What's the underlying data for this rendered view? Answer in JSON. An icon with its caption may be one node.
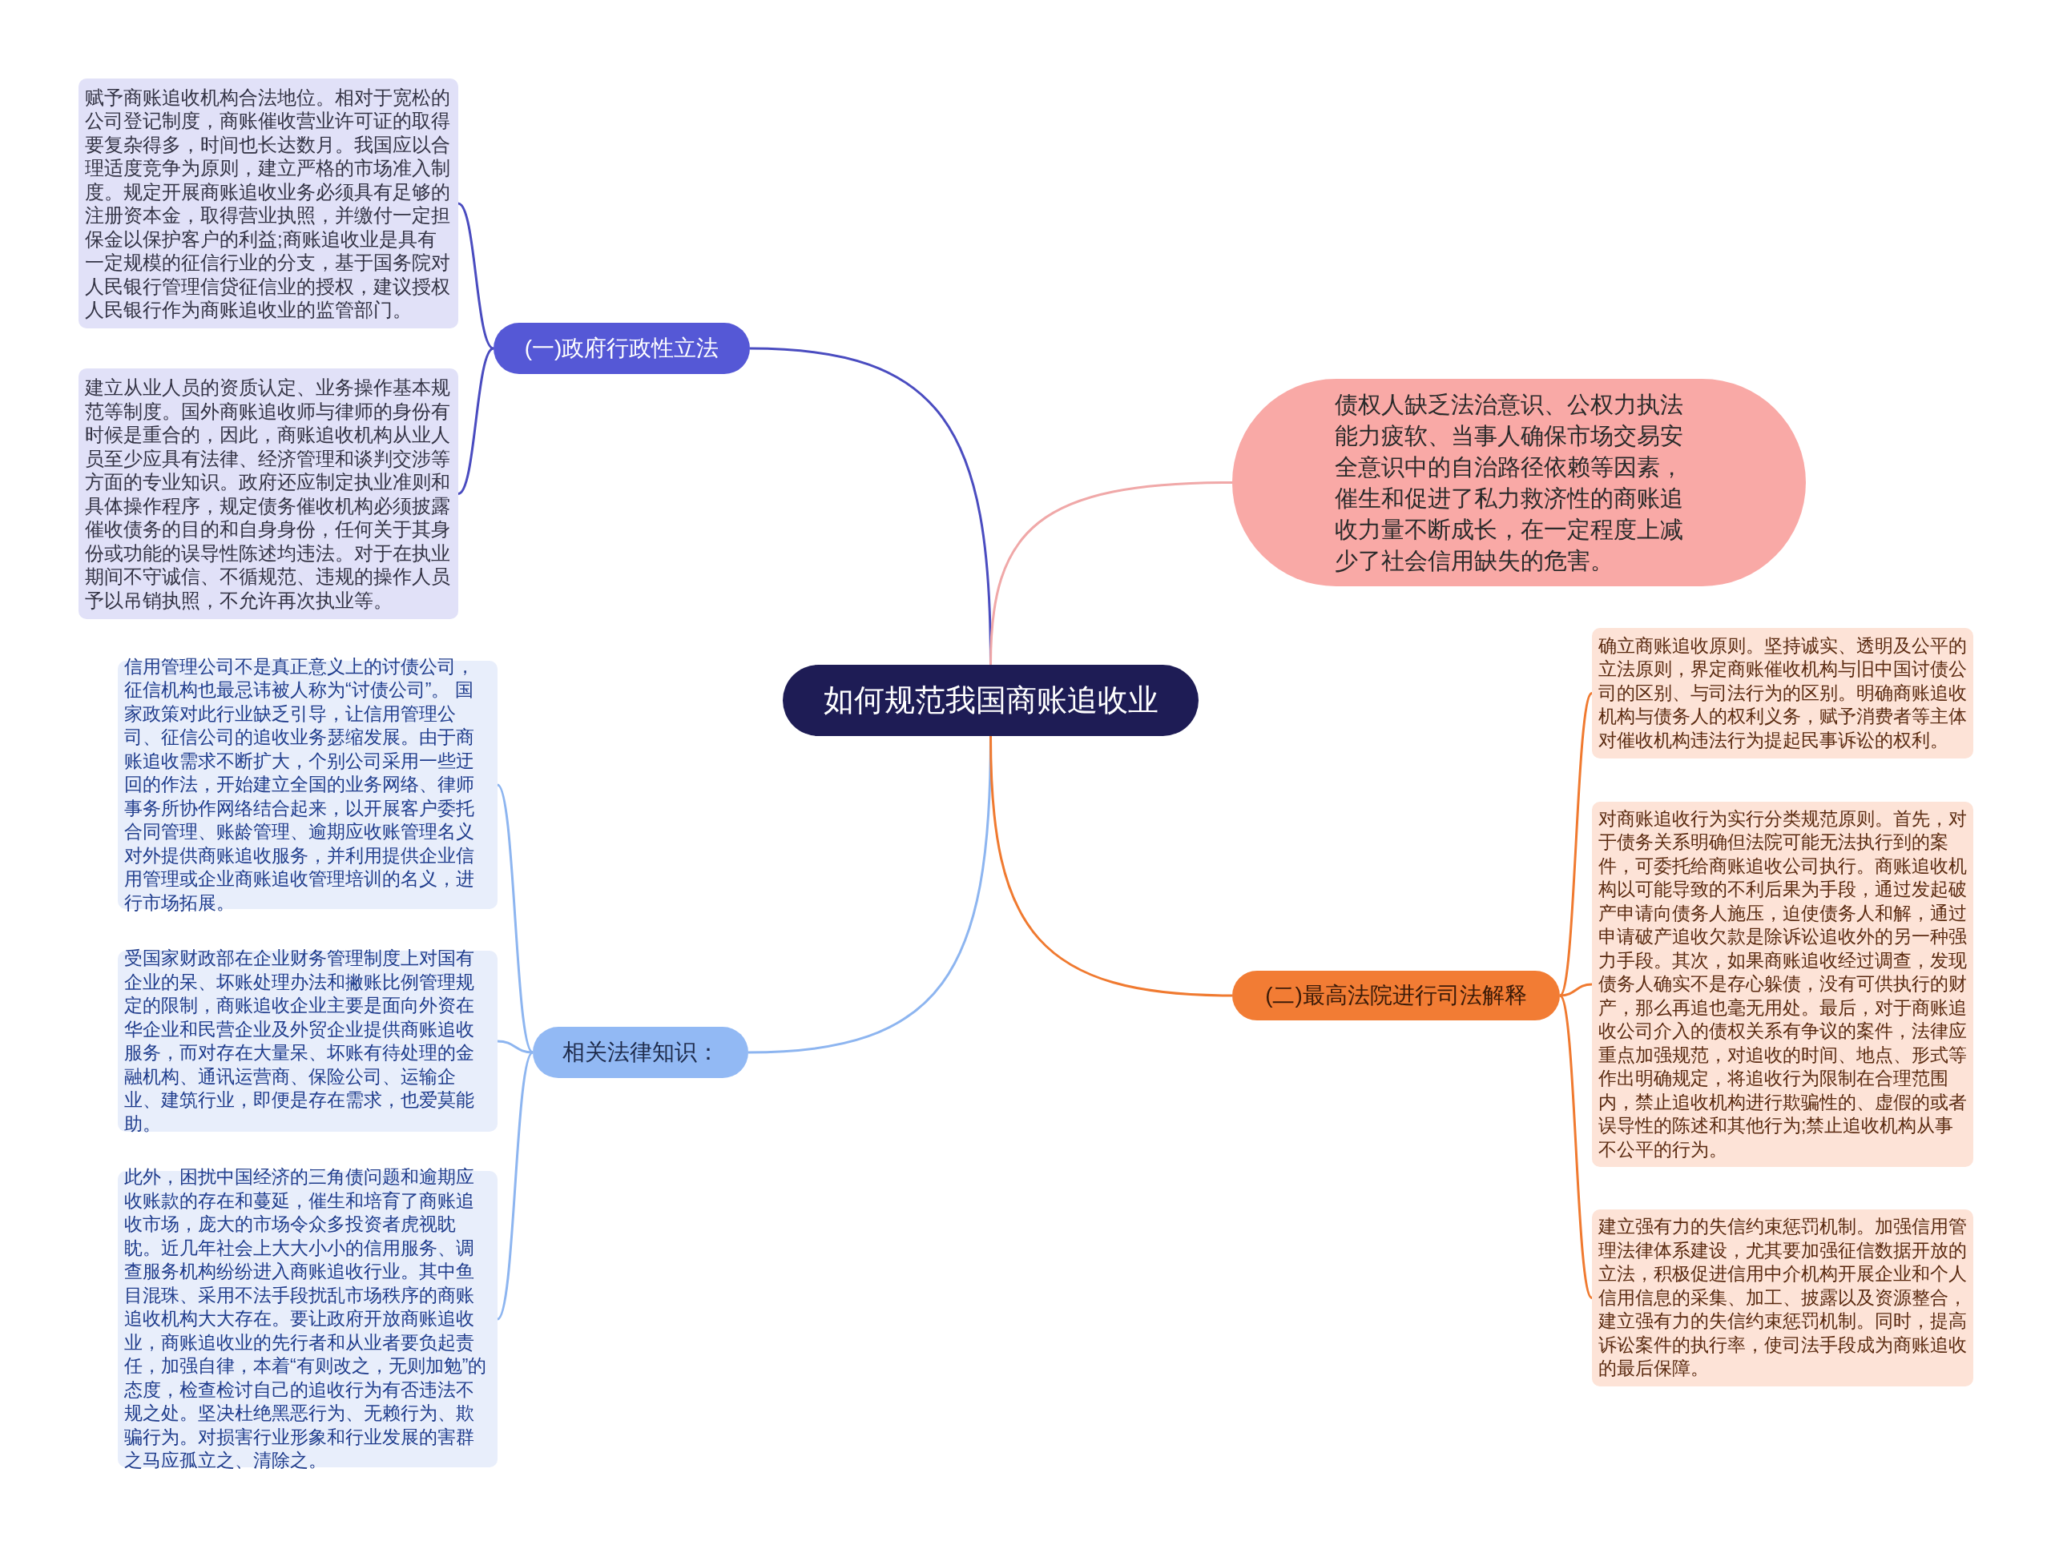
{
  "diagram": {
    "nodes": [
      {
        "text": [
          "如何规范我国商账追收业"
        ]
      },
      {
        "text": [
          "(一)政府行政性立法"
        ]
      },
      {
        "text": [
          "赋予商账追收机构合法地位。相对于宽松的公司登记制度，商账催收营业许可证的取得要复杂得多，时间也长达数月。我国应以合理适度竞争为原则，建立严格的市场准入制度。规定开展商账追收业务必须具有足够的注册资本金，取得营业执照，并缴付一定担保金以保护客户的利益;商账追收业是具有一定规模的征信行业的分支，基于国务院对人民银行管理信贷征信业的授权，建议授权人民银行作为商账追收业的监管部门。"
        ]
      },
      {
        "text": [
          "建立从业人员的资质认定、业务操作基本规范等制度。国外商账追收师与律师的身份有时候是重合的，因此，商账追收机构从业人员至少应具有法律、经济管理和谈判交涉等方面的专业知识。政府还应制定执业准则和具体操作程序，规定债务催收机构必须披露催收债务的目的和自身身份，任何关于其身份或功能的误导性陈述均违法。对于在执业期间不守诚信、不循规范、违规的操作人员予以吊销执照，不允许再次执业等。"
        ]
      },
      {
        "text": [
          "债权人缺乏法治意识、公权力执法能力疲软、当事人确保市场交易安全意识中的自治路径依赖等因素，催生和促进了私力救济性的商账追收力量不断成长，在一定程度上减少了社会信用缺失的危害。"
        ]
      },
      {
        "text": [
          "相关法律知识："
        ]
      },
      {
        "text": [
          "信用管理公司不是真正意义上的讨债公司，征信机构也最忌讳被人称为“讨债公司”。 国家政策对此行业缺乏引导，让信用管理公司、征信公司的追收业务瑟缩发展。由于商账追收需求不断扩大，个别公司采用一些迂回的作法，开始建立全国的业务网络、律师事务所协作网络结合起来，以开展客户委托合同管理、账龄管理、逾期应收账管理名义对外提供商账追收服务，并利用提供企业信用管理或企业商账追收管理培训的名义，进行市场拓展。"
        ]
      },
      {
        "text": [
          "受国家财政部在企业财务管理制度上对国有企业的呆、坏账处理办法和撇账比例管理规定的限制，商账追收企业主要是面向外资在华企业和民营企业及外贸企业提供商账追收服务，而对存在大量呆、坏账有待处理的金融机构、通讯运营商、保险公司、运输企业、建筑行业，即便是存在需求，也爱莫能助。"
        ]
      },
      {
        "text": [
          "此外，困扰中国经济的三角债问题和逾期应收账款的存在和蔓延，催生和培育了商账追收市场，庞大的市场令众多投资者虎视眈眈。近几年社会上大大小小的信用服务、调查服务机构纷纷进入商账追收行业。其中鱼目混珠、采用不法手段扰乱市场秩序的商账追收机构大大存在。要让政府开放商账追收业，商账追收业的先行者和从业者要负起责任，加强自律，本着“有则改之，无则加勉”的态度，检查检讨自己的追收行为有否违法不规之处。坚决杜绝黑恶行为、无赖行为、欺骗行为。对损害行业形象和行业发展的害群之马应孤立之、清除之。"
        ]
      },
      {
        "text": [
          "(二)最高法院进行司法解释"
        ]
      },
      {
        "text": [
          "确立商账追收原则。坚持诚实、透明及公平的立法原则，界定商账催收机构与旧中国讨债公司的区别、与司法行为的区别。明确商账追收机构与债务人的权利义务，赋予消费者等主体对催收机构违法行为提起民事诉讼的权利。"
        ]
      },
      {
        "text": [
          "对商账追收行为实行分类规范原则。首先，对于债务关系明确但法院可能无法执行到的案件，可委托给商账追收公司执行。商账追收机构以可能导致的不利后果为手段，通过发起破产申请向债务人施压，迫使债务人和解，通过申请破产追收欠款是除诉讼追收外的另一种强力手段。其次，如果商账追收经过调查，发现债务人确实不是存心躲债，没有可供执行的财产，那么再追也毫无用处。最后，对于商账追收公司介入的债权关系有争议的案件，法律应重点加强规范，对追收的时间、地点、形式等作出明确规定，将追收行为限制在合理范围内，禁止追收机构进行欺骗性的、虚假的或者误导性的陈述和其他行为;禁止追收机构从事不公平的行为。"
        ]
      },
      {
        "text": [
          "建立强有力的失信约束惩罚机制。加强信用管理法律体系建设，尤其要加强征信数据开放的立法，积极促进信用中介机构开展企业和个人信用信息的采集、加工、披露以及资源整合，建立强有力的失信约束惩罚机制。同时，提高诉讼案件的执行率，使司法手段成为商账追收的最后保障。"
        ]
      }
    ],
    "edges": [
      {
        "from": 0,
        "to": 1,
        "arrow": "none",
        "color": "#4a4cc0"
      },
      {
        "from": 1,
        "to": 2,
        "arrow": "none",
        "color": "#4a4cc0"
      },
      {
        "from": 1,
        "to": 3,
        "arrow": "none",
        "color": "#4a4cc0"
      },
      {
        "from": 0,
        "to": 4,
        "arrow": "none",
        "color": "#f0a8a8"
      },
      {
        "from": 0,
        "to": 5,
        "arrow": "none",
        "color": "#8db5f0"
      },
      {
        "from": 5,
        "to": 6,
        "arrow": "none",
        "color": "#8db5f0"
      },
      {
        "from": 5,
        "to": 7,
        "arrow": "none",
        "color": "#8db5f0"
      },
      {
        "from": 5,
        "to": 8,
        "arrow": "none",
        "color": "#8db5f0"
      },
      {
        "from": 0,
        "to": 9,
        "arrow": "none",
        "color": "#f07a30"
      },
      {
        "from": 9,
        "to": 10,
        "arrow": "none",
        "color": "#f07a30"
      },
      {
        "from": 9,
        "to": 11,
        "arrow": "none",
        "color": "#f07a30"
      },
      {
        "from": 9,
        "to": 12,
        "arrow": "none",
        "color": "#f07a30"
      }
    ]
  }
}
